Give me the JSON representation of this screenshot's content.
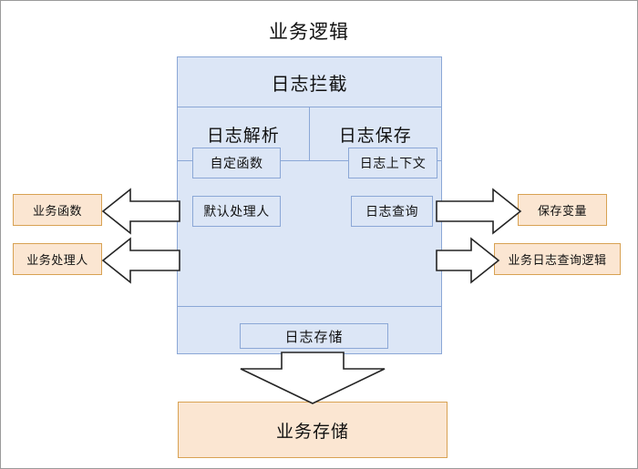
{
  "diagram": {
    "title": "业务逻辑",
    "type": "architecture-block-diagram"
  },
  "panel": {
    "intercept_label": "日志拦截",
    "split_cells": [
      {
        "label": "日志解析"
      },
      {
        "label": "日志保存"
      }
    ],
    "components": [
      {
        "id": "custom-function",
        "label": "自定函数"
      },
      {
        "id": "default-handler",
        "label": "默认处理人"
      },
      {
        "id": "log-context",
        "label": "日志上下文"
      },
      {
        "id": "log-query",
        "label": "日志查询"
      }
    ],
    "storage_label": "日志存储"
  },
  "external": {
    "left": [
      {
        "id": "business-function",
        "label": "业务函数"
      },
      {
        "id": "business-handler",
        "label": "业务处理人"
      }
    ],
    "right": [
      {
        "id": "save-variable",
        "label": "保存变量"
      },
      {
        "id": "business-log-query-logic",
        "label": "业务日志查询逻辑"
      }
    ],
    "bottom": {
      "id": "business-storage",
      "label": "业务存储"
    }
  },
  "arrows": [
    {
      "id": "custom-function-to-business-function",
      "direction": "left"
    },
    {
      "id": "default-handler-to-business-handler",
      "direction": "left"
    },
    {
      "id": "log-context-to-save-variable",
      "direction": "right"
    },
    {
      "id": "log-query-to-business-log-query-logic",
      "direction": "right"
    },
    {
      "id": "log-storage-to-business-storage",
      "direction": "down"
    }
  ],
  "colors": {
    "panel_fill": "#dce6f6",
    "panel_border": "#8ba7d6",
    "accent_fill": "#fbe6d2",
    "accent_border": "#d8a253",
    "arrow_fill": "#ffffff",
    "arrow_stroke": "#242424",
    "text": "#111111"
  }
}
